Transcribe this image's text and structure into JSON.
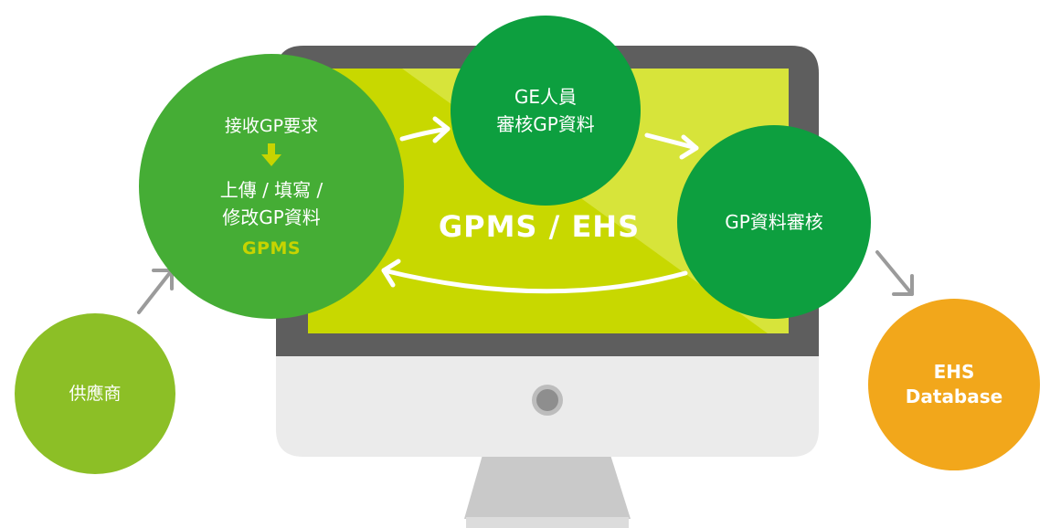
{
  "nodes": {
    "supplier": {
      "label": "供應商"
    },
    "gpms_step": {
      "line1": "接收GP要求",
      "line2": "上傳 / 填寫 /",
      "line3": "修改GP資料",
      "system": "GPMS"
    },
    "ge_review": {
      "line1": "GE人員",
      "line2": "審核GP資料"
    },
    "gp_audit": {
      "label": "GP資料審核"
    },
    "database": {
      "line1": "EHS",
      "line2": "Database"
    }
  },
  "screen": {
    "title": "GPMS / EHS"
  },
  "colors": {
    "supplier": "#8cbf26",
    "gpms": "#45ad35",
    "review": "#0d9f3f",
    "database": "#f2a71b",
    "screen": "#c8d800",
    "monitor_frame": "#5e5e5e",
    "arrow_gray": "#9b9b9b"
  }
}
